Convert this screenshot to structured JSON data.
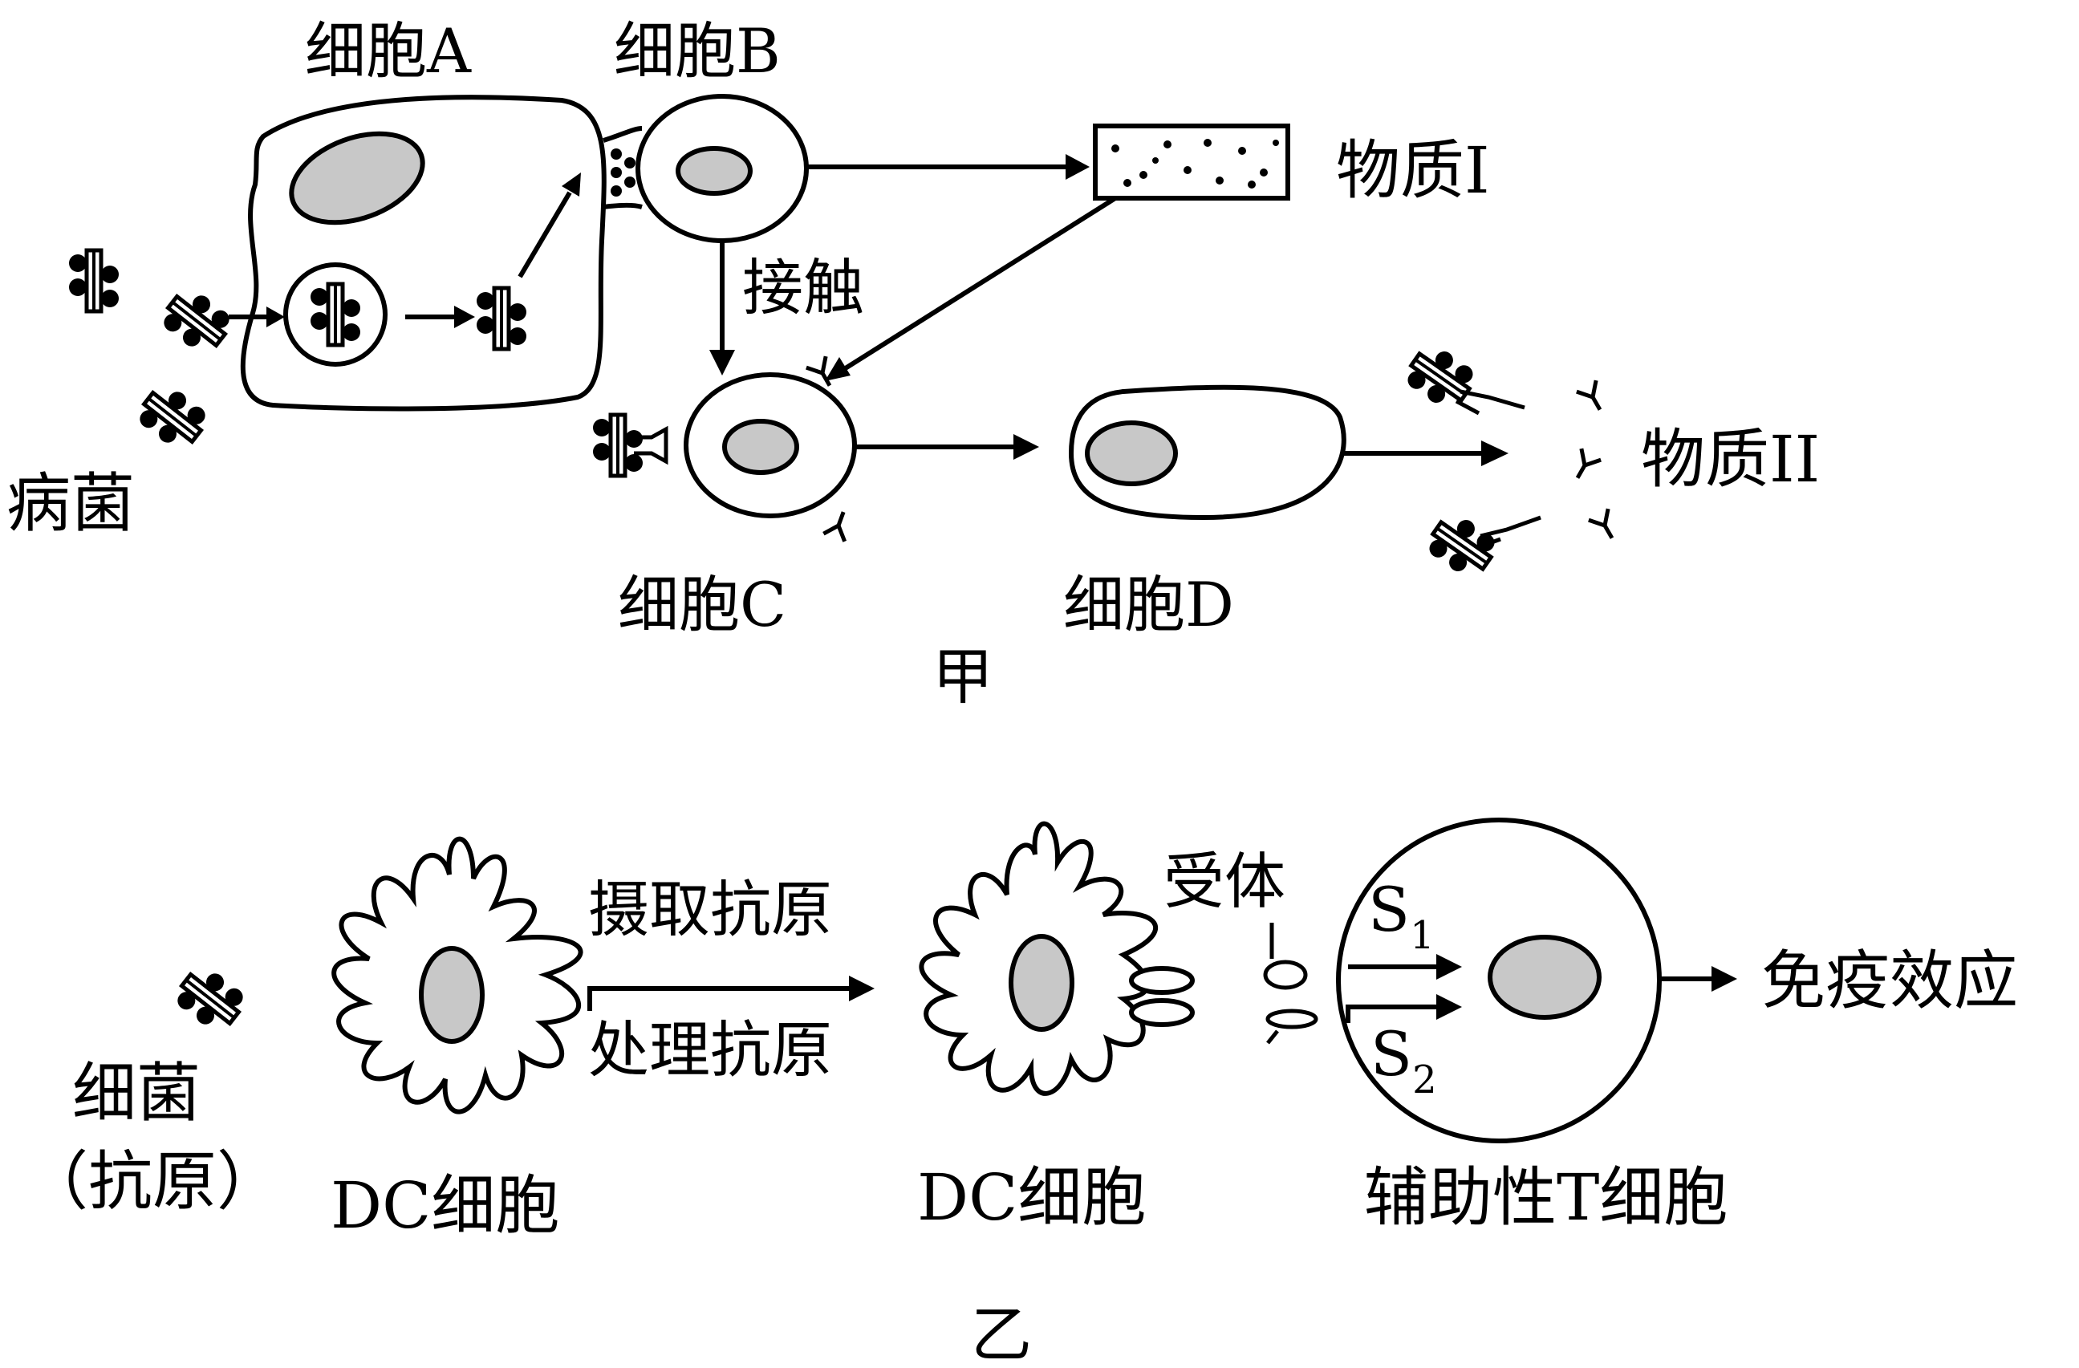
{
  "panel_jia": {
    "caption": "甲",
    "cell_a": "细胞A",
    "cell_b": "细胞B",
    "cell_c": "细胞C",
    "cell_d": "细胞D",
    "pathogen": "病菌",
    "contact": "接触",
    "substance_1": "物质I",
    "substance_2": "物质II"
  },
  "panel_yi": {
    "caption": "乙",
    "bacteria_line1": "细菌",
    "bacteria_line2": "（抗原）",
    "dc_cell_1": "DC细胞",
    "dc_cell_2": "DC细胞",
    "uptake": "摄取抗原",
    "process": "处理抗原",
    "receptor": "受体",
    "signal_1": "S",
    "signal_1_sub": "1",
    "signal_2": "S",
    "signal_2_sub": "2",
    "helper_t": "辅助性T细胞",
    "effect": "免疫效应"
  }
}
